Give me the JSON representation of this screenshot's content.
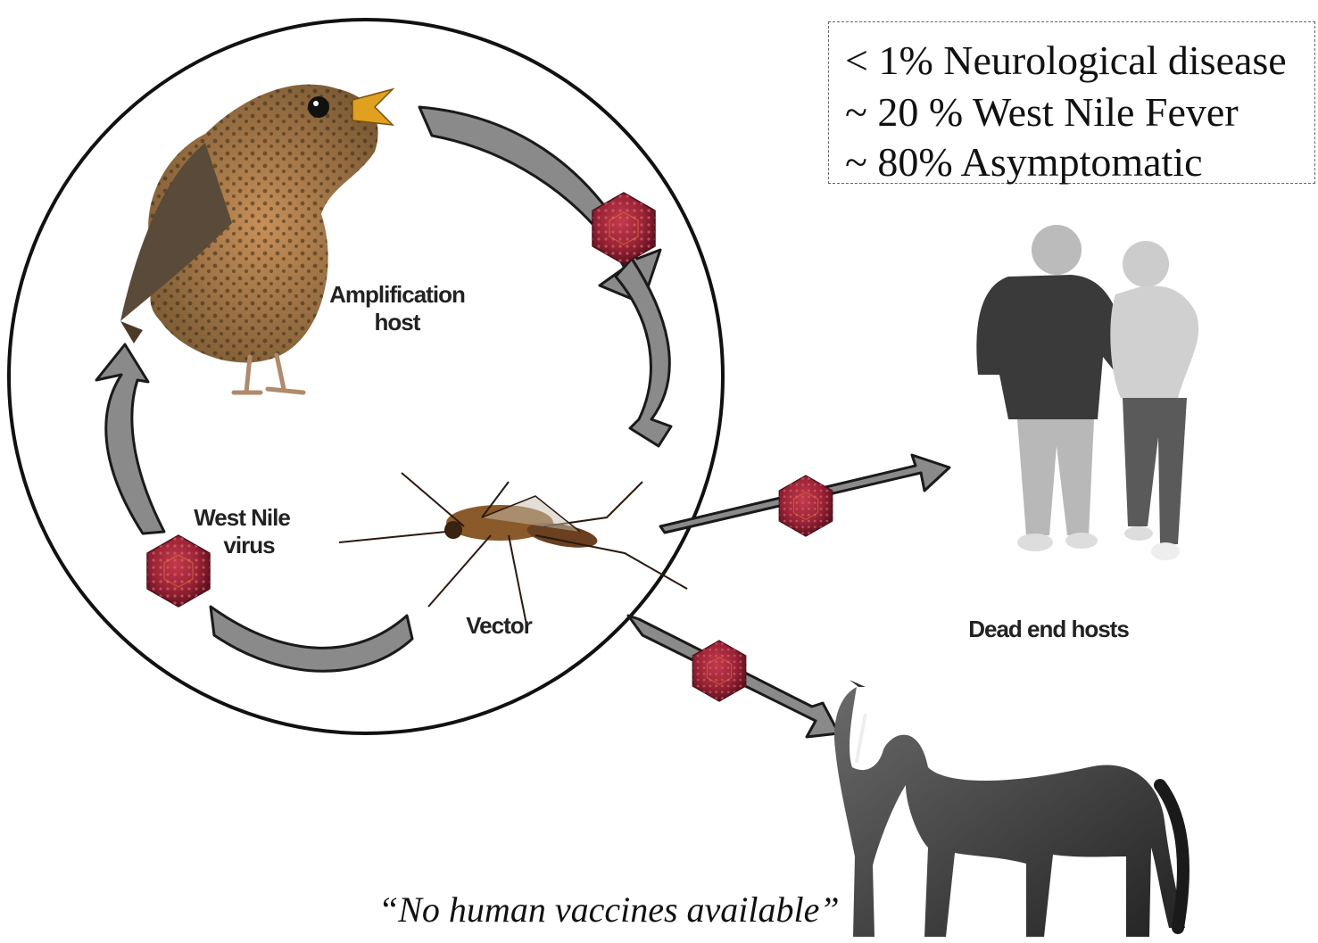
{
  "stats": {
    "lines": [
      "< 1% Neurological disease",
      "~ 20 % West Nile Fever",
      "~ 80% Asymptomatic"
    ]
  },
  "labels": {
    "amplification_host_line1": "Amplification",
    "amplification_host_line2": "host",
    "virus_line1": "West Nile",
    "virus_line2": "virus",
    "vector": "Vector",
    "dead_end_hosts": "Dead end hosts"
  },
  "quote": "“No human vaccines available”",
  "colors": {
    "virus": "#9b2436",
    "arrow_fill": "#8a8a8a",
    "arrow_stroke": "#1a1a1a",
    "circle": "#111111"
  },
  "icons": [
    "bird-illustration",
    "mosquito-illustration",
    "virus-particle-icon",
    "walking-couple-illustration",
    "horse-illustration"
  ]
}
